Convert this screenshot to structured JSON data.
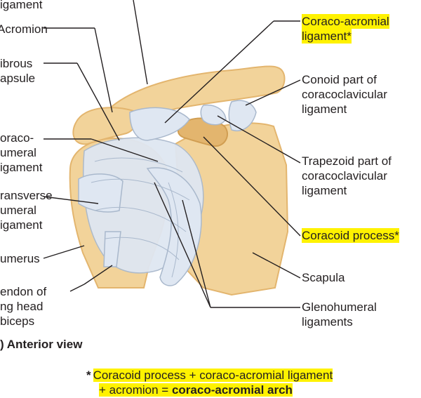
{
  "labels_left": [
    {
      "id": "ligament-top",
      "text": "igament"
    },
    {
      "id": "acromion",
      "text": "Acromion"
    },
    {
      "id": "fibrous-capsule-1",
      "text": "ibrous"
    },
    {
      "id": "fibrous-capsule-2",
      "text": "apsule"
    },
    {
      "id": "coraco-humeral-1",
      "text": "oraco-"
    },
    {
      "id": "coraco-humeral-2",
      "text": "umeral"
    },
    {
      "id": "coraco-humeral-3",
      "text": "igament"
    },
    {
      "id": "transverse-1",
      "text": "ransverse"
    },
    {
      "id": "transverse-2",
      "text": "umeral"
    },
    {
      "id": "transverse-3",
      "text": "igament"
    },
    {
      "id": "humerus",
      "text": "umerus"
    },
    {
      "id": "tendon-1",
      "text": "endon of"
    },
    {
      "id": "tendon-2",
      "text": "ng head"
    },
    {
      "id": "tendon-3",
      "text": "biceps"
    }
  ],
  "labels_right": {
    "coraco_acromial_1": "Coraco-acromial",
    "coraco_acromial_2": "ligament*",
    "conoid_1": "Conoid part of",
    "conoid_2": "coracoclavicular",
    "conoid_3": "ligament",
    "trapezoid_1": "Trapezoid part of",
    "trapezoid_2": "coracoclavicular",
    "trapezoid_3": "ligament",
    "coracoid": "Coracoid process*",
    "scapula": "Scapula",
    "glenohumeral_1": "Glenohumeral",
    "glenohumeral_2": "ligaments"
  },
  "caption": ") Anterior view",
  "note": {
    "star": "*",
    "line1": "Coracoid process + coraco-acromial ligament",
    "line2_prefix": "+ acromion = ",
    "line2_bold": "coraco-acromial arch"
  },
  "colors": {
    "bone": "#f2d39a",
    "bone_shade": "#e3b56e",
    "ligament": "#dfe7f2",
    "ligament_line": "#a9b8cc",
    "highlight": "#fff200",
    "leader": "#231f20"
  }
}
